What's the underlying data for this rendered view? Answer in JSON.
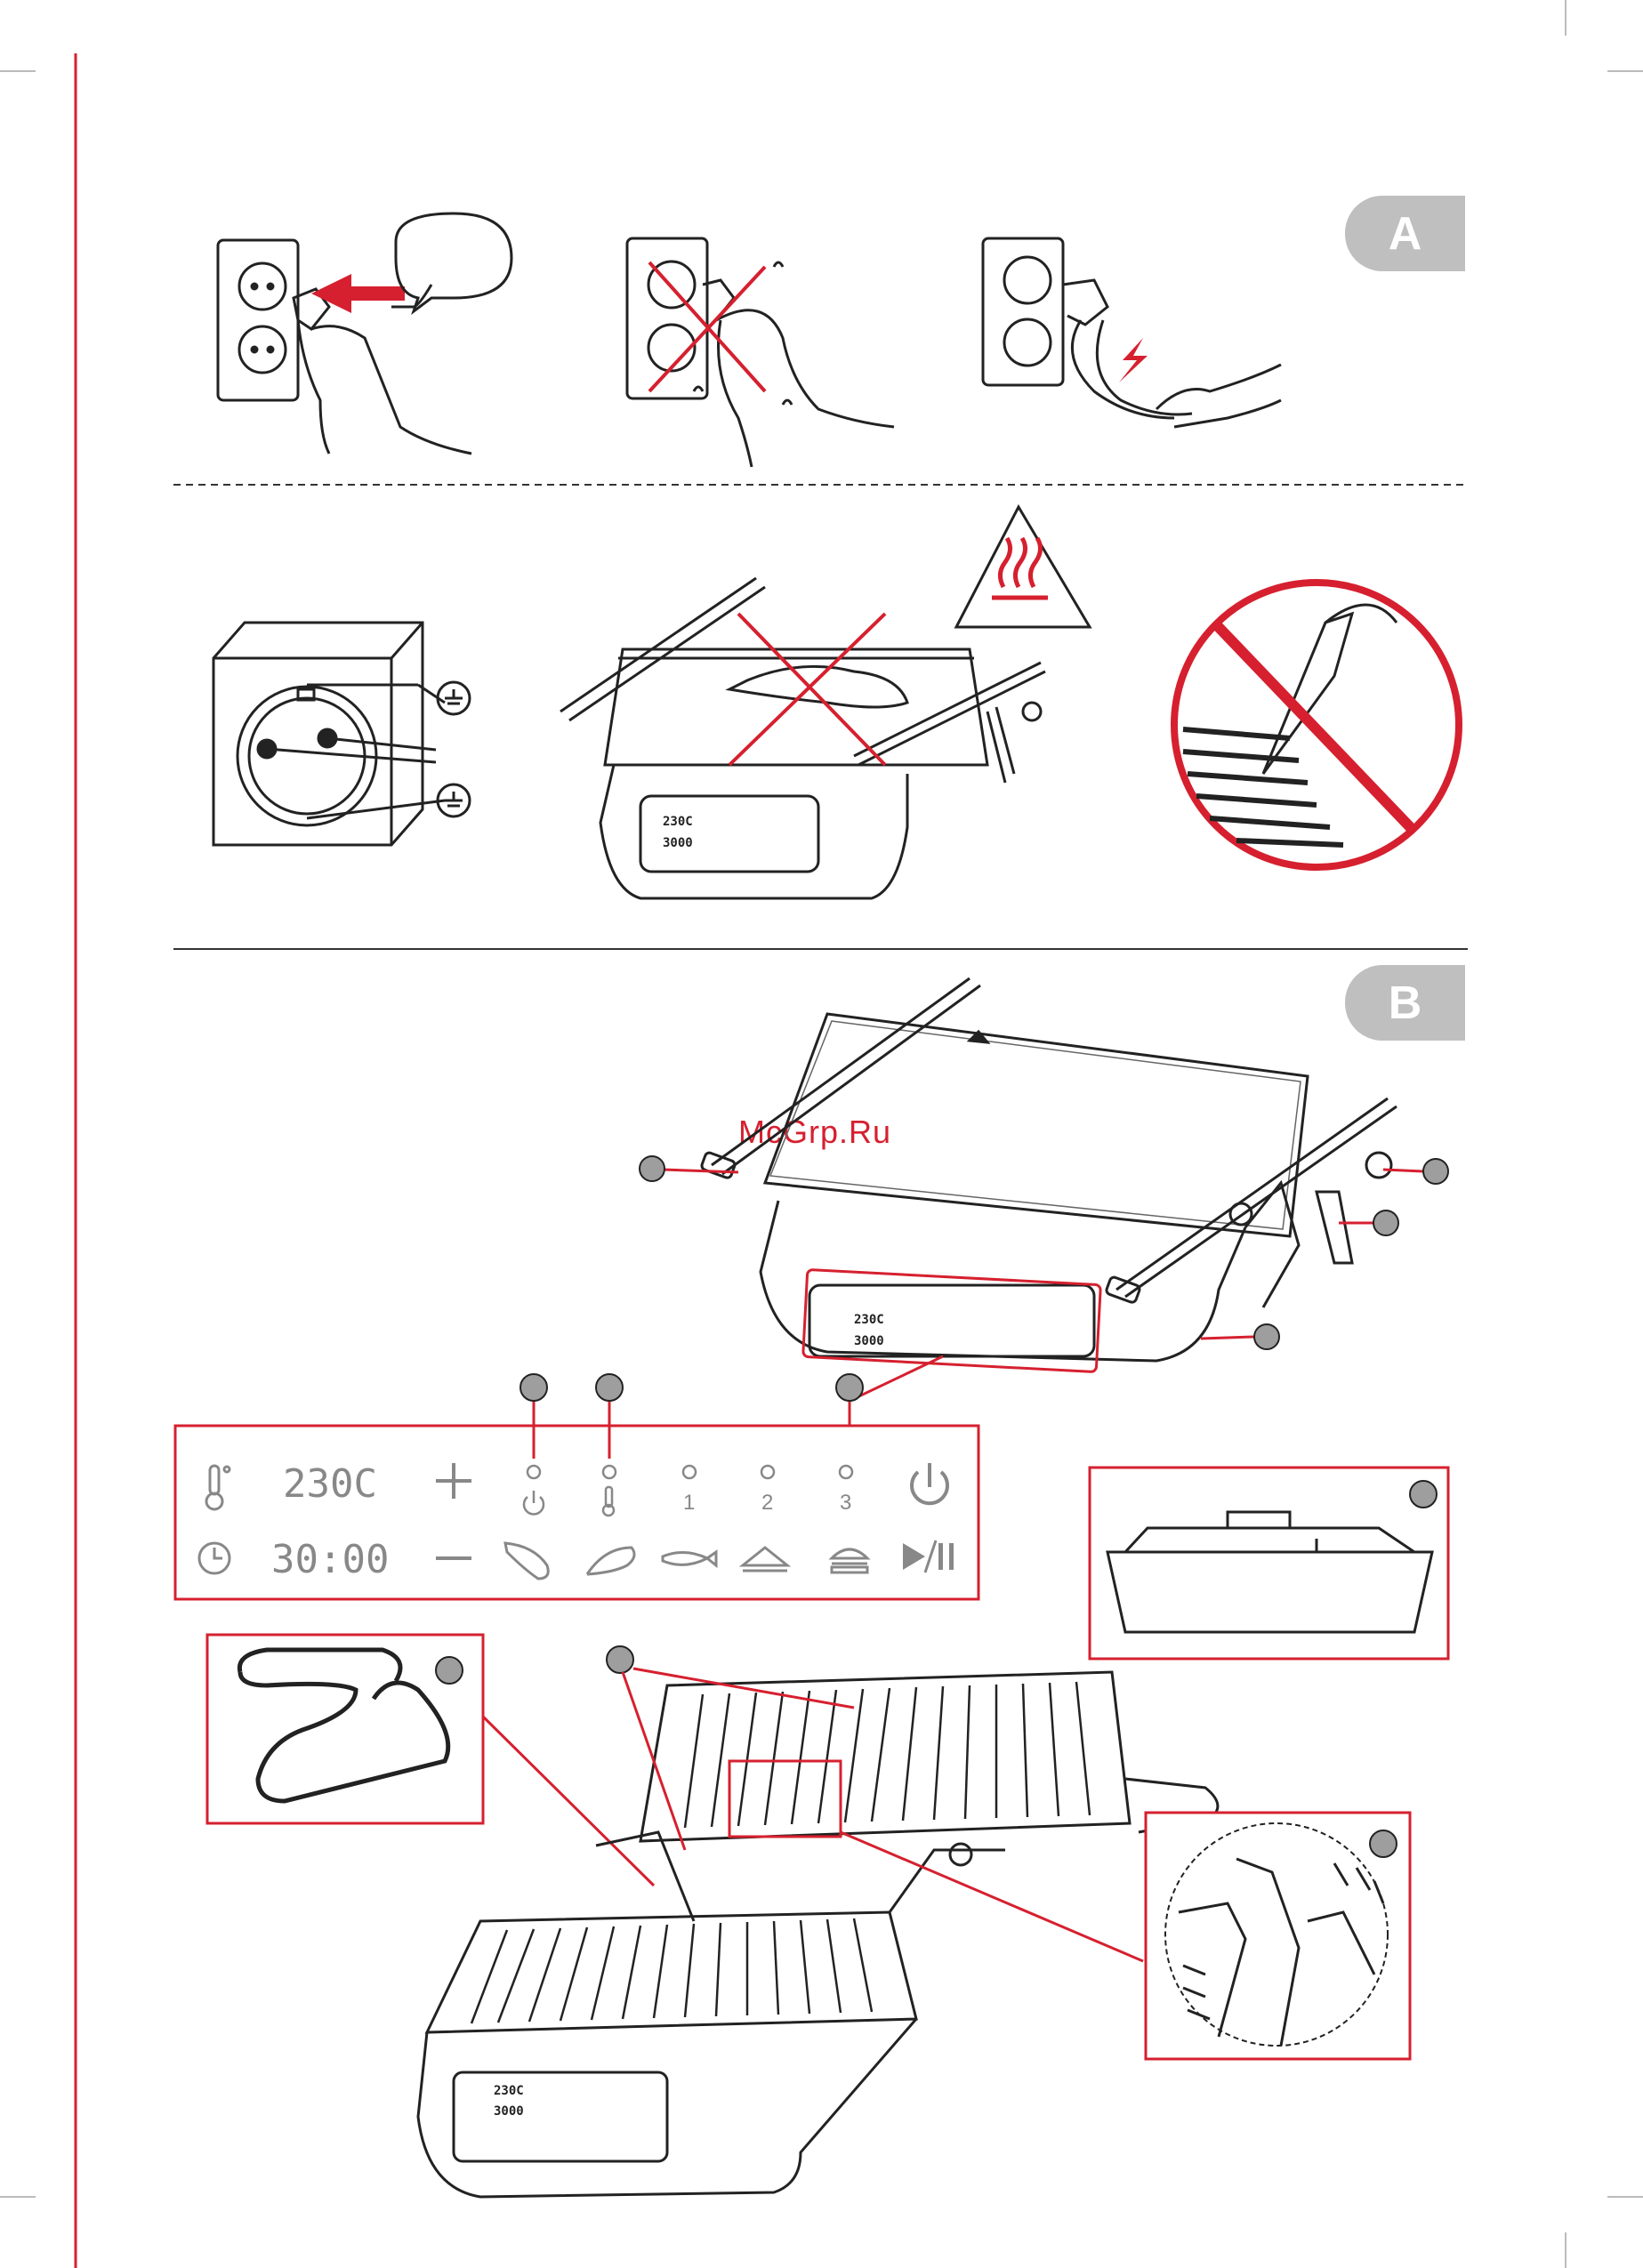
{
  "sections": [
    {
      "id": "A",
      "label": "A"
    },
    {
      "id": "B",
      "label": "B"
    }
  ],
  "watermark": "McGrp.Ru",
  "control_panel": {
    "temperature": "230C",
    "timer": "30:00",
    "program_numbers": [
      "1",
      "2",
      "3"
    ],
    "icons": [
      "thermometer-icon",
      "clock-icon",
      "plus-icon",
      "minus-icon",
      "power-icon",
      "play-pause-icon",
      "steak-icon",
      "poultry-icon",
      "fish-icon",
      "sandwich-icon",
      "burger-icon"
    ]
  },
  "mini_panel": {
    "temperature": "230C",
    "timer": "3000"
  },
  "colors": {
    "accent_red": "#d6202f",
    "callout_grey": "#9e9e9e",
    "tab_grey": "#bfbfbf",
    "line_dark": "#222222"
  }
}
